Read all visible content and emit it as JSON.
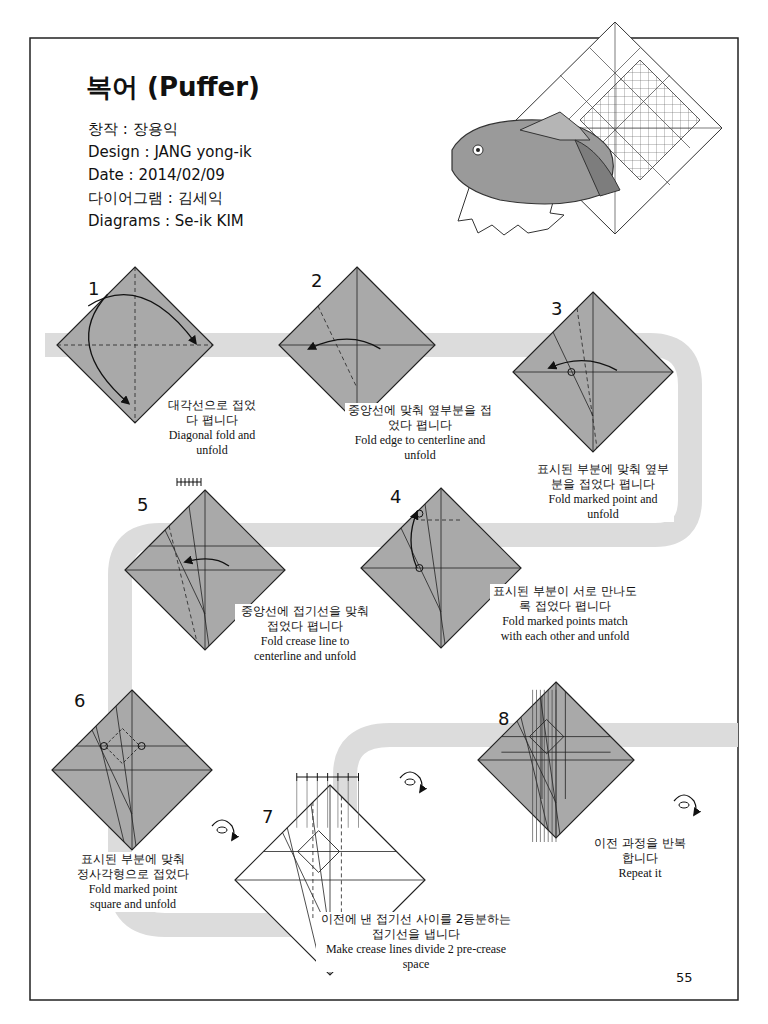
{
  "diagram": {
    "title": "복어 (Puffer)",
    "labels": [
      "창작 : 장용익",
      "Design : JANG yong-ik",
      "Date : 2014/02/09",
      "다이어그램 : 김세익",
      "Diagrams : Se-ik KIM",
      "1",
      "대각선으로 접었다 폅니다",
      "Diagonal fold and unfold",
      "2",
      "중앙선에 맞춰 옆부분을 접었다 폅니다",
      "Fold edge to centerline and unfold",
      "3",
      "표시된 부분에 맞춰 옆부분을 접었다 폅니다",
      "Fold marked point and unfold",
      "5",
      "중앙선에 접기선을 맞춰 접었다 폅니다",
      "Fold crease line to centerline and unfold",
      "4",
      "표시된 부분이 서로 만나도록 접었다 폅니다",
      "Fold marked points match with each other and unfold",
      "6",
      "표시된 부분에 맞춰 정사각형으로 접었다 폅니다",
      "Fold marked point square and unfold",
      "7",
      "이전에 낸 접기선 사이를 2등분하는 접기선을 냅니다",
      "Make crease lines divide 2 pre-crease space",
      "8",
      "이전 과정을 반복합니다",
      "Repeat it",
      "55"
    ]
  }
}
